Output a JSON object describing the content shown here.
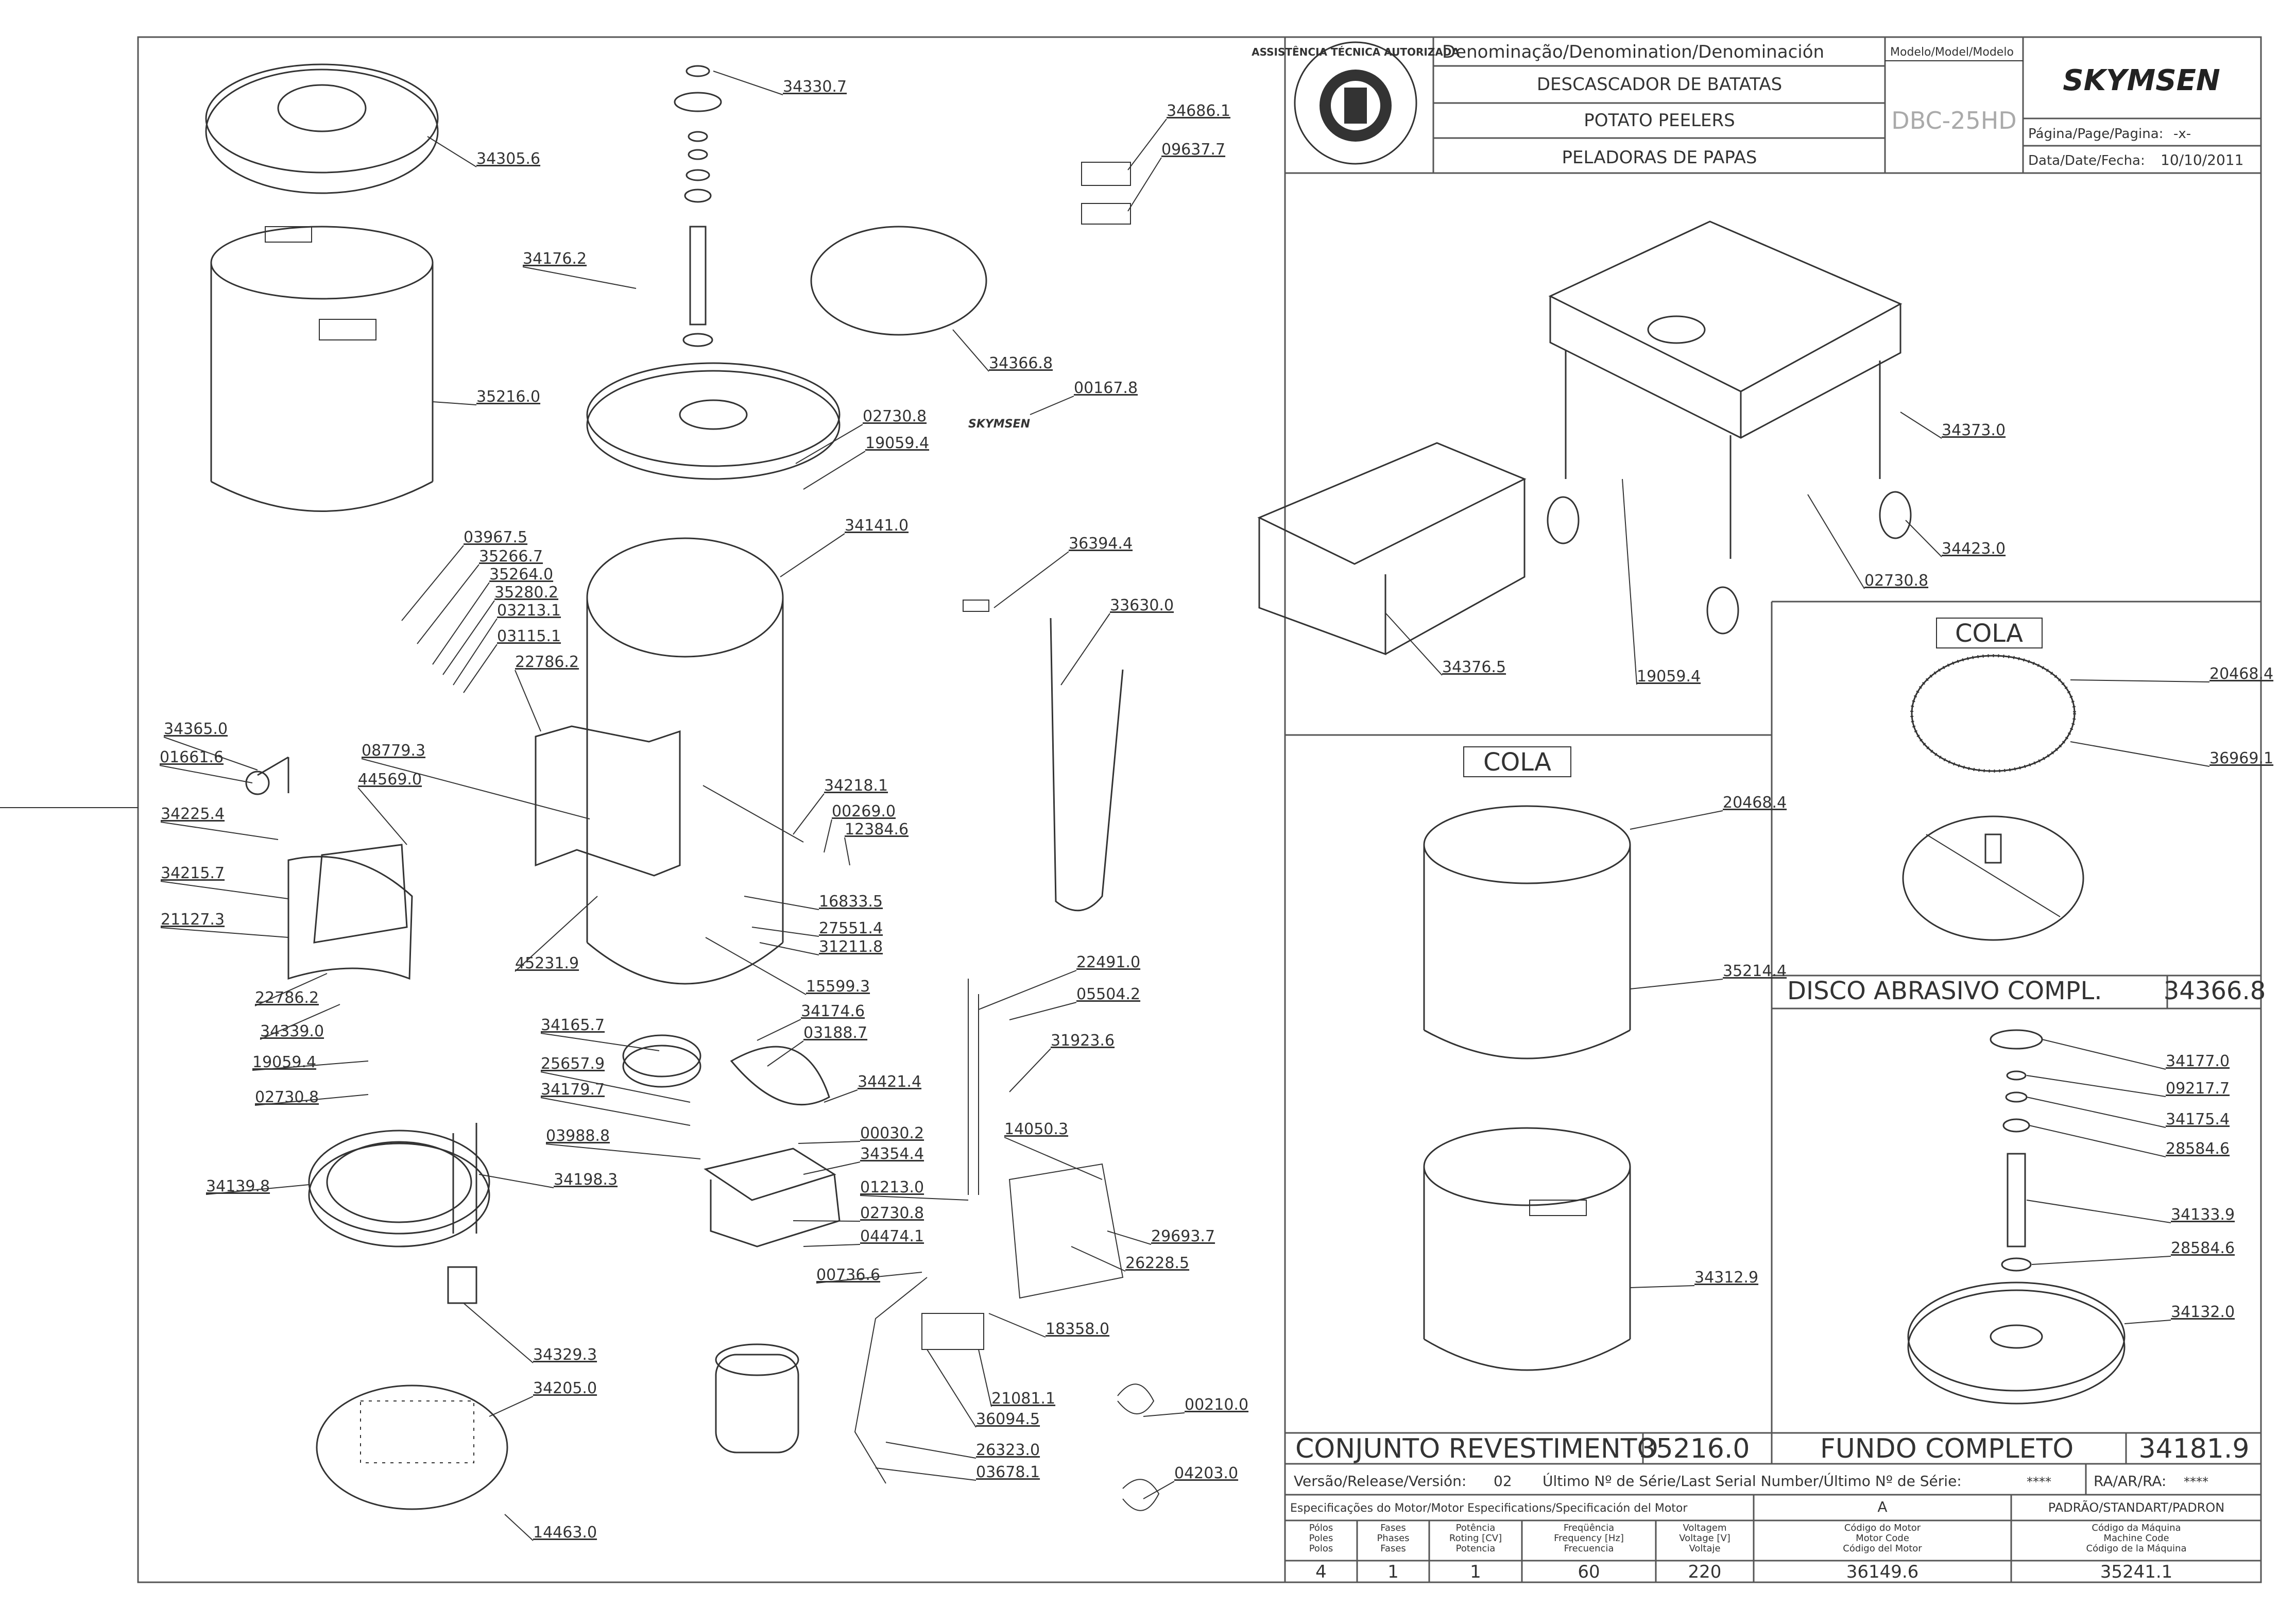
{
  "title_block": {
    "denomination_header": "Denominação/Denomination/Denominación",
    "name_pt": "DESCASCADOR DE BATATAS",
    "name_en": "POTATO PEELERS",
    "name_es": "PELADORAS DE PAPAS",
    "model_header": "Modelo/Model/Modelo",
    "model": "DBC-25HD",
    "brand": "SKYMSEN",
    "page_label": "Página/Page/Pagina:",
    "page_value": "-x-",
    "date_label": "Data/Date/Fecha:",
    "date_value": "10/10/2011",
    "seal_text": "ASSISTÊNCIA TÉCNICA AUTORIZADA"
  },
  "labels": {
    "cola1": "COLA",
    "cola2": "COLA",
    "disco_title": "DISCO ABRASIVO COMPL.",
    "disco_code": "34366.8",
    "conjunto_title": "CONJUNTO REVESTIMENTO",
    "conjunto_code": "35216.0",
    "fundo_title": "FUNDO COMPLETO",
    "fundo_code": "34181.9",
    "logo_small": "SKYMSEN"
  },
  "parts": [
    {
      "code": "34330.7"
    },
    {
      "code": "34305.6"
    },
    {
      "code": "34686.1"
    },
    {
      "code": "09637.7"
    },
    {
      "code": "34176.2"
    },
    {
      "code": "34366.8"
    },
    {
      "code": "35216.0"
    },
    {
      "code": "00167.8"
    },
    {
      "code": "02730.8"
    },
    {
      "code": "19059.4"
    },
    {
      "code": "34141.0"
    },
    {
      "code": "03967.5"
    },
    {
      "code": "35266.7"
    },
    {
      "code": "35264.0"
    },
    {
      "code": "35280.2"
    },
    {
      "code": "03213.1"
    },
    {
      "code": "03115.1"
    },
    {
      "code": "22786.2"
    },
    {
      "code": "36394.4"
    },
    {
      "code": "33630.0"
    },
    {
      "code": "34365.0"
    },
    {
      "code": "01661.6"
    },
    {
      "code": "08779.3"
    },
    {
      "code": "44569.0"
    },
    {
      "code": "34218.1"
    },
    {
      "code": "00269.0"
    },
    {
      "code": "12384.6"
    },
    {
      "code": "34225.4"
    },
    {
      "code": "34215.7"
    },
    {
      "code": "21127.3"
    },
    {
      "code": "16833.5"
    },
    {
      "code": "27551.4"
    },
    {
      "code": "31211.8"
    },
    {
      "code": "45231.9"
    },
    {
      "code": "15599.3"
    },
    {
      "code": "22786.2"
    },
    {
      "code": "22491.0"
    },
    {
      "code": "34339.0"
    },
    {
      "code": "34165.7"
    },
    {
      "code": "34174.6"
    },
    {
      "code": "05504.2"
    },
    {
      "code": "03188.7"
    },
    {
      "code": "19059.4"
    },
    {
      "code": "25657.9"
    },
    {
      "code": "31923.6"
    },
    {
      "code": "34179.7"
    },
    {
      "code": "34421.4"
    },
    {
      "code": "02730.8"
    },
    {
      "code": "03988.8"
    },
    {
      "code": "00030.2"
    },
    {
      "code": "14050.3"
    },
    {
      "code": "34354.4"
    },
    {
      "code": "34139.8"
    },
    {
      "code": "34198.3"
    },
    {
      "code": "01213.0"
    },
    {
      "code": "02730.8"
    },
    {
      "code": "29693.7"
    },
    {
      "code": "04474.1"
    },
    {
      "code": "26228.5"
    },
    {
      "code": "00736.6"
    },
    {
      "code": "18358.0"
    },
    {
      "code": "34329.3"
    },
    {
      "code": "34205.0"
    },
    {
      "code": "21081.1"
    },
    {
      "code": "00210.0"
    },
    {
      "code": "36094.5"
    },
    {
      "code": "26323.0"
    },
    {
      "code": "03678.1"
    },
    {
      "code": "04203.0"
    },
    {
      "code": "14463.0"
    },
    {
      "code": "34373.0"
    },
    {
      "code": "34423.0"
    },
    {
      "code": "02730.8"
    },
    {
      "code": "34376.5"
    },
    {
      "code": "19059.4"
    },
    {
      "code": "20468.4"
    },
    {
      "code": "36969.1"
    },
    {
      "code": "20468.4"
    },
    {
      "code": "35214.4"
    },
    {
      "code": "34312.9"
    },
    {
      "code": "34177.0"
    },
    {
      "code": "09217.7"
    },
    {
      "code": "34175.4"
    },
    {
      "code": "28584.6"
    },
    {
      "code": "34133.9"
    },
    {
      "code": "28584.6"
    },
    {
      "code": "34132.0"
    }
  ],
  "bottom": {
    "release_label": "Versão/Release/Versión:",
    "release_value": "02",
    "serial_label": "Último Nº de Série/Last Serial Number/Último Nº de Série:",
    "serial_value": "****",
    "ra_label": "RA/AR/RA:",
    "ra_value": "****",
    "motor_spec_label": "Especificações do Motor/Motor Especifications/Specificación del Motor",
    "version_a": "A",
    "standard": "PADRÃO/STANDART/PADRON",
    "col_poles": [
      "Pólos",
      "Poles",
      "Polos"
    ],
    "col_phases": [
      "Fases",
      "Phases",
      "Fases"
    ],
    "col_power": [
      "Potência",
      "Roting [CV]",
      "Potencia"
    ],
    "col_freq": [
      "Freqüência",
      "Frequency [Hz]",
      "Frecuencia"
    ],
    "col_volt": [
      "Voltagem",
      "Voltage [V]",
      "Voltaje"
    ],
    "col_motor": [
      "Código do Motor",
      "Motor Code",
      "Código del Motor"
    ],
    "col_machine": [
      "Código da Máquina",
      "Machine Code",
      "Código de la Máquina"
    ],
    "val_poles": "4",
    "val_phases": "1",
    "val_power": "1",
    "val_freq": "60",
    "val_volt": "220",
    "val_motor": "36149.6",
    "val_machine": "35241.1"
  }
}
